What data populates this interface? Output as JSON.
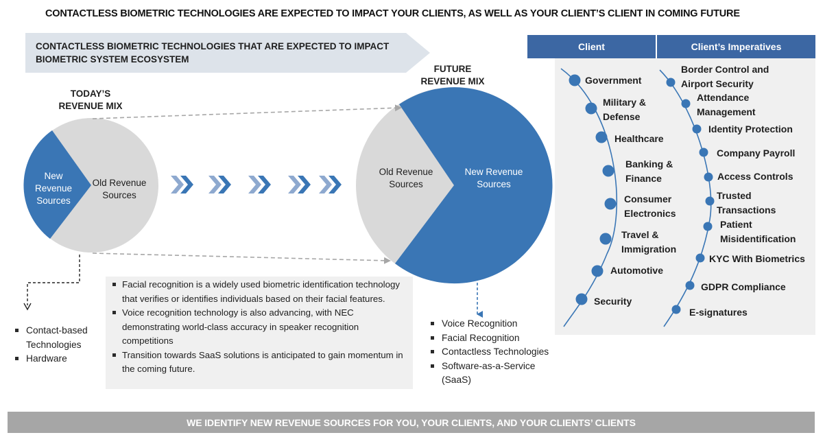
{
  "title": "CONTACTLESS BIOMETRIC TECHNOLOGIES ARE EXPECTED TO IMPACT YOUR CLIENTS, AS WELL AS YOUR CLIENT’S CLIENT IN COMING FUTURE",
  "banner": "CONTACTLESS BIOMETRIC TECHNOLOGIES THAT ARE EXPECTED TO IMPACT BIOMETRIC SYSTEM ECOSYSTEM",
  "today": {
    "label_line1": "TODAY’S",
    "label_line2": "REVENUE MIX",
    "new_line1": "New",
    "new_line2": "Revenue",
    "new_line3": "Sources",
    "old_line1": "Old Revenue",
    "old_line2": "Sources"
  },
  "future": {
    "label_line1": "FUTURE",
    "label_line2": "REVENUE MIX",
    "old_line1": "Old Revenue",
    "old_line2": "Sources",
    "new_line1": "New Revenue",
    "new_line2": "Sources"
  },
  "old_sources": [
    "Contact-based Technologies",
    "Hardware"
  ],
  "highlights": [
    "Facial recognition is a widely used biometric identification technology that verifies or identifies individuals based on their facial features.",
    "Voice recognition technology is also advancing, with NEC demonstrating world-class accuracy in speaker recognition competitions",
    "Transition towards SaaS solutions is anticipated to gain momentum in the coming future."
  ],
  "new_sources": [
    "Voice Recognition",
    "Facial Recognition",
    "Contactless Technologies",
    "Software-as-a-Service (SaaS)"
  ],
  "client_header": "Client",
  "imperatives_header": "Client’s Imperatives",
  "clients": [
    "Government",
    "Military & Defense",
    "Healthcare",
    "Banking & Finance",
    "Consumer Electronics",
    "Travel & Immigration",
    "Automotive",
    "Security"
  ],
  "imperatives": [
    "Border Control and Airport Security",
    "Attendance Management",
    "Identity Protection",
    "Company Payroll",
    "Access Controls",
    "Trusted Transactions",
    "Patient Misidentification",
    "KYC With Biometrics",
    "GDPR Compliance",
    "E-signatures"
  ],
  "footer": "WE IDENTIFY NEW REVENUE SOURCES FOR YOU, YOUR CLIENTS, AND YOUR CLIENTS’ CLIENTS",
  "colors": {
    "blue": "#3a76b5",
    "dark_blue": "#2f5f94",
    "header_blue": "#3c67a3",
    "grey": "#d9d9d9",
    "panel_grey": "#f0f0f0",
    "banner_grey": "#dde3ea",
    "footer_grey": "#a6a6a6"
  }
}
